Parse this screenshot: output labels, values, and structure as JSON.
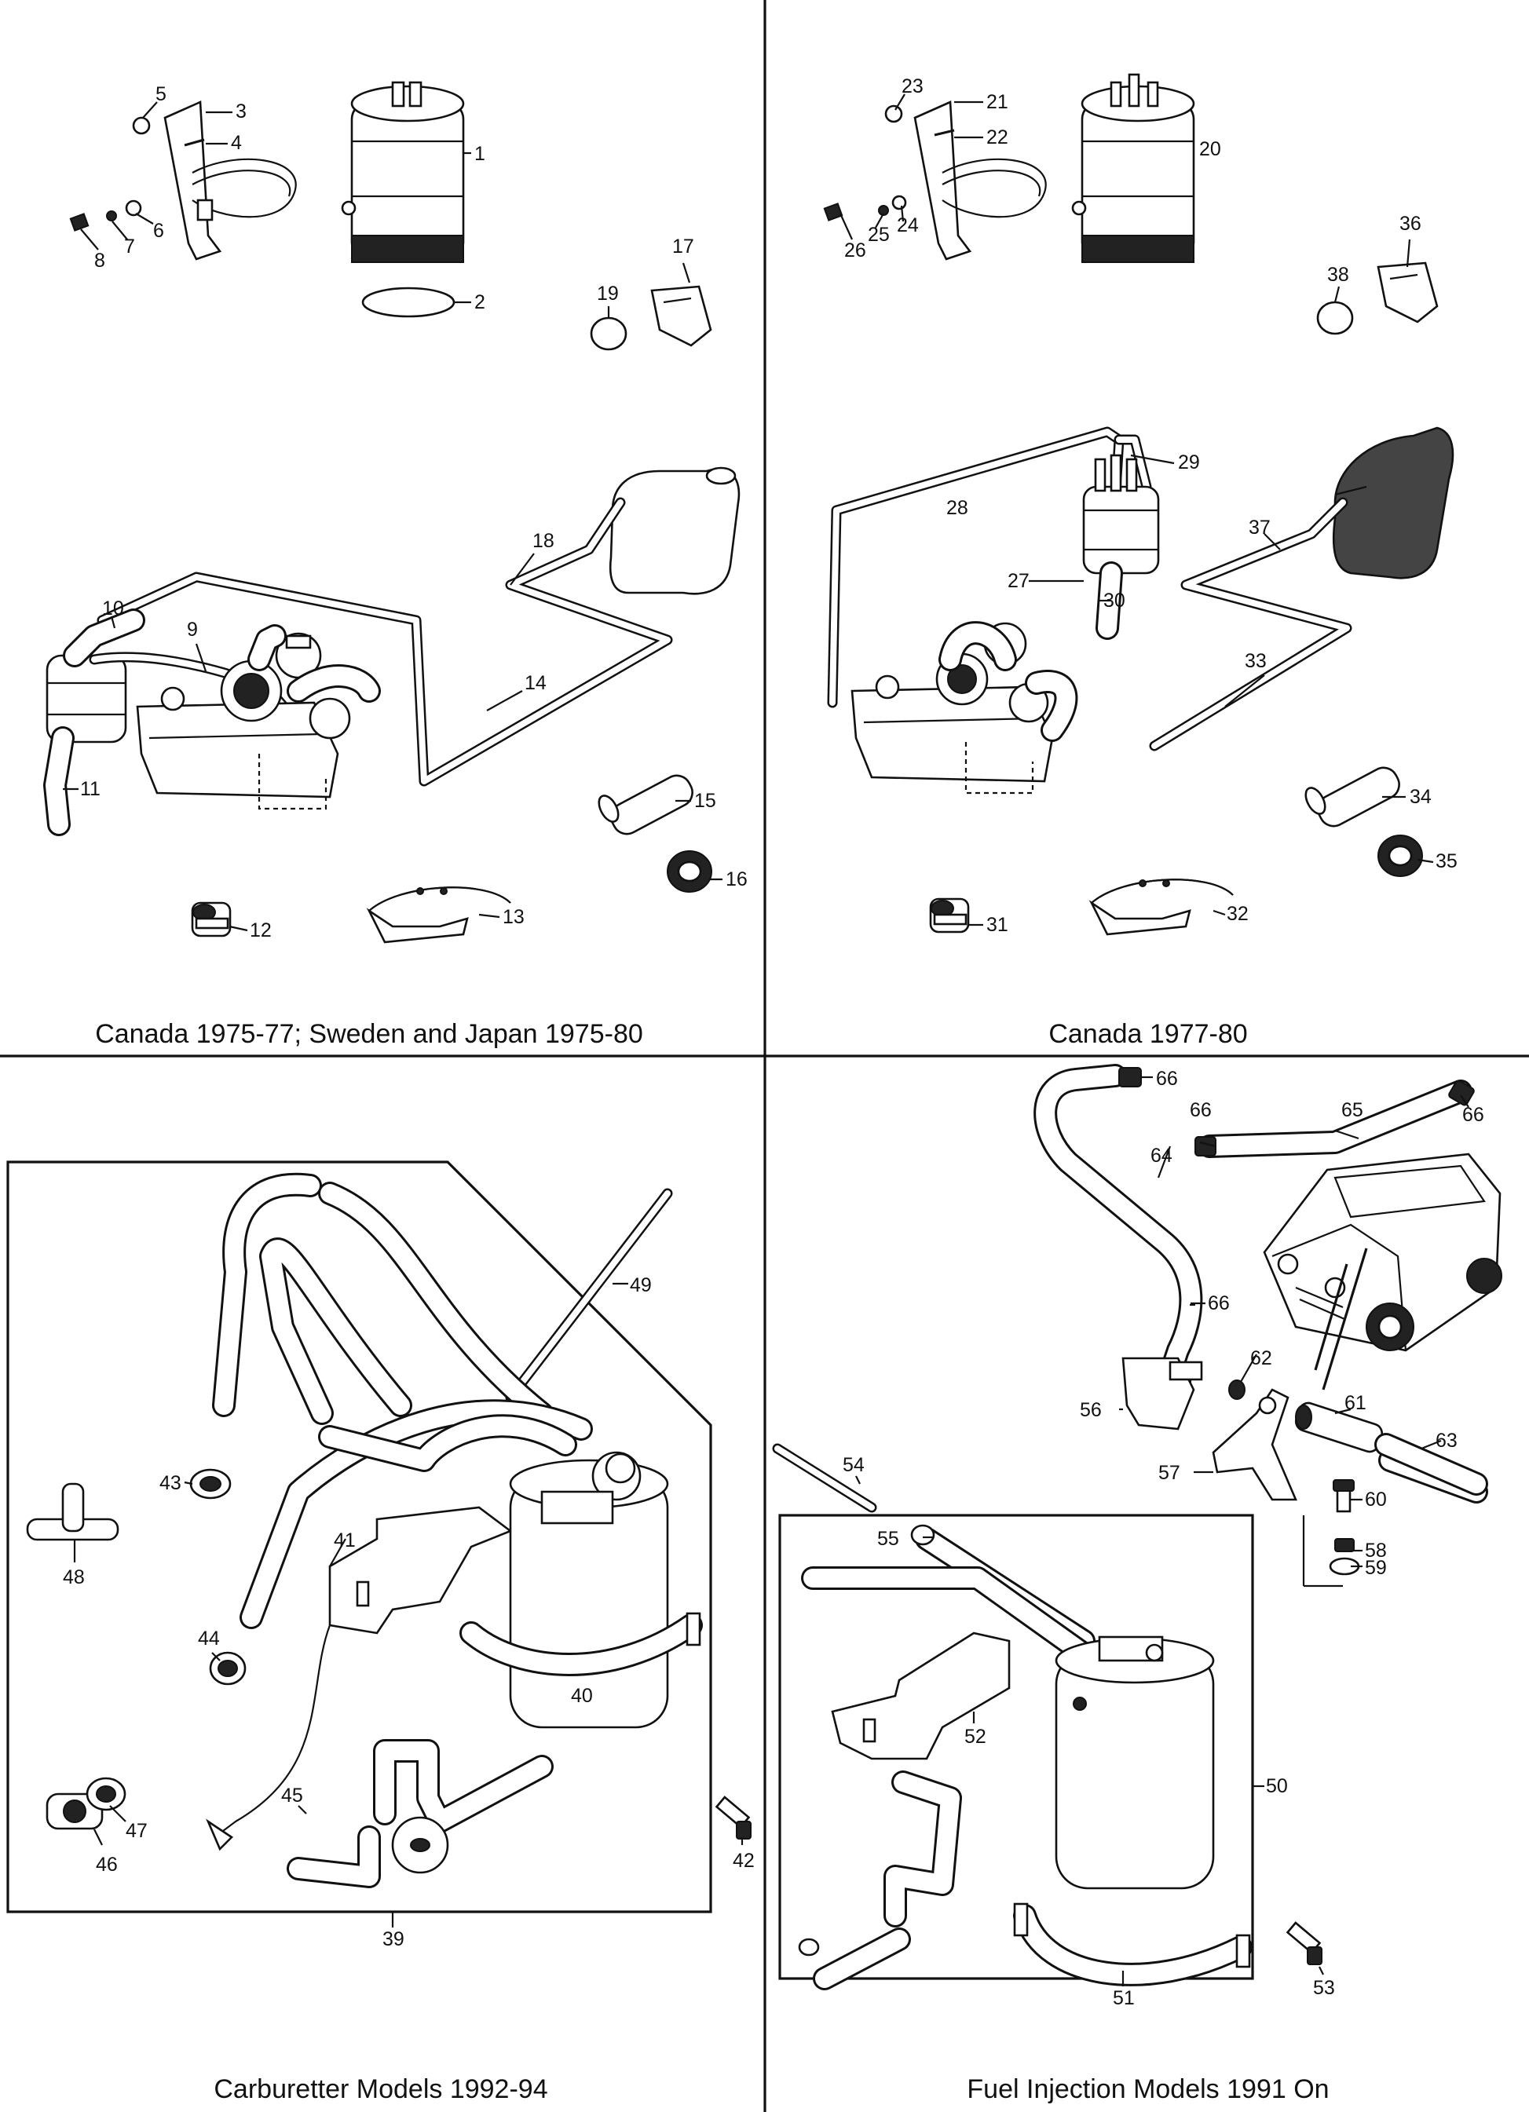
{
  "panels": {
    "top_left": {
      "caption": "Canada 1975-77; Sweden and Japan 1975-80",
      "labels": [
        "1",
        "2",
        "3",
        "4",
        "5",
        "6",
        "7",
        "8",
        "9",
        "10",
        "11",
        "12",
        "13",
        "14",
        "15",
        "16",
        "17",
        "18",
        "19"
      ]
    },
    "top_right": {
      "caption": "Canada 1977-80",
      "labels": [
        "20",
        "21",
        "22",
        "23",
        "24",
        "25",
        "26",
        "27",
        "28",
        "29",
        "30",
        "31",
        "32",
        "33",
        "34",
        "35",
        "36",
        "37",
        "38"
      ]
    },
    "bottom_left": {
      "caption": "Carburetter Models 1992-94",
      "labels": [
        "39",
        "40",
        "41",
        "42",
        "43",
        "44",
        "45",
        "46",
        "47",
        "48",
        "49"
      ]
    },
    "bottom_right": {
      "caption": "Fuel Injection Models 1991 On",
      "labels": [
        "50",
        "51",
        "52",
        "53",
        "54",
        "55",
        "56",
        "57",
        "58",
        "59",
        "60",
        "61",
        "62",
        "63",
        "64",
        "65",
        "66",
        "66",
        "66",
        "66"
      ]
    }
  },
  "icons": [
    "charcoal-canister-icon",
    "mounting-bracket-icon",
    "hose-clip-icon",
    "grommet-icon",
    "vent-pipe-icon",
    "engine-rocker-cover-icon",
    "fuel-tank-icon",
    "car-outline-icon",
    "pipe-connector-icon",
    "bolt-icon"
  ]
}
